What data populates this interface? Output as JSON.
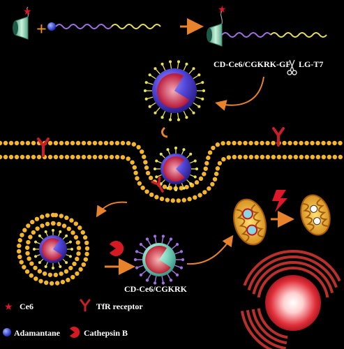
{
  "labels": {
    "complex_top": "CD-Ce6/CGKRK-GF",
    "complex_top_suffix": "LG-T7",
    "complex_bottom": "CD-Ce6/CGKRK"
  },
  "legend": {
    "ce6": "Ce6",
    "tfr": "TfR receptor",
    "adamantane": "Adamantane",
    "cathepsin": "Cathepsin B"
  },
  "colors": {
    "background": "#000000",
    "membrane": "#f6b62a",
    "arrow": "#e8822b",
    "ce6_star": "#e0162b",
    "receptor": "#c81e2a",
    "cathepsin": "#d61a22",
    "adamantane": "#2a3cd8",
    "dextran_cone": "#8fd4b4",
    "nanoparticle": "#5a4fe0",
    "peptide_yellow": "#e8e05a",
    "peptide_purple": "#a070e0",
    "text": "#ffffff"
  },
  "icons": [
    "star-icon",
    "receptor-y-icon",
    "cathepsin-pacman-icon",
    "scissors-icon",
    "lightning-icon",
    "adamantane-ball-icon"
  ]
}
